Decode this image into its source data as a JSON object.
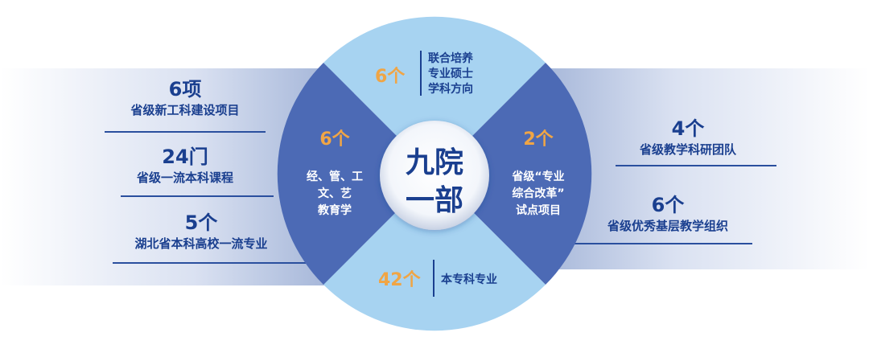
{
  "left_items": [
    {
      "count": "6项",
      "label": "省级新工科建设项目"
    },
    {
      "count": "24门",
      "label": "省级一流本科课程"
    },
    {
      "count": "5个",
      "label": "湖北省本科高校一流专业"
    }
  ],
  "right_items": [
    {
      "count": "4个",
      "label": "省级教学科研团队"
    },
    {
      "count": "6个",
      "label": "省级优秀基层教学组织"
    }
  ],
  "center": {
    "line1": "九院",
    "line2": "一部"
  },
  "quadrants": {
    "top": {
      "count": "6个",
      "lines": [
        "联合培养",
        "专业硕士",
        "学科方向"
      ]
    },
    "left": {
      "count": "6个",
      "lines": [
        "经、管、工",
        "文、艺",
        "教育学"
      ]
    },
    "right": {
      "count": "2个",
      "lines": [
        "省级“专业",
        "综合改革”",
        "试点项目"
      ]
    },
    "bottom": {
      "count": "42个",
      "lines": [
        "本专科专业"
      ]
    }
  },
  "colors": {
    "dark_blue": "#1a3f8f",
    "mid_blue": "#4c6ab5",
    "light_blue": "#a7d3f1",
    "orange": "#f0a545"
  }
}
